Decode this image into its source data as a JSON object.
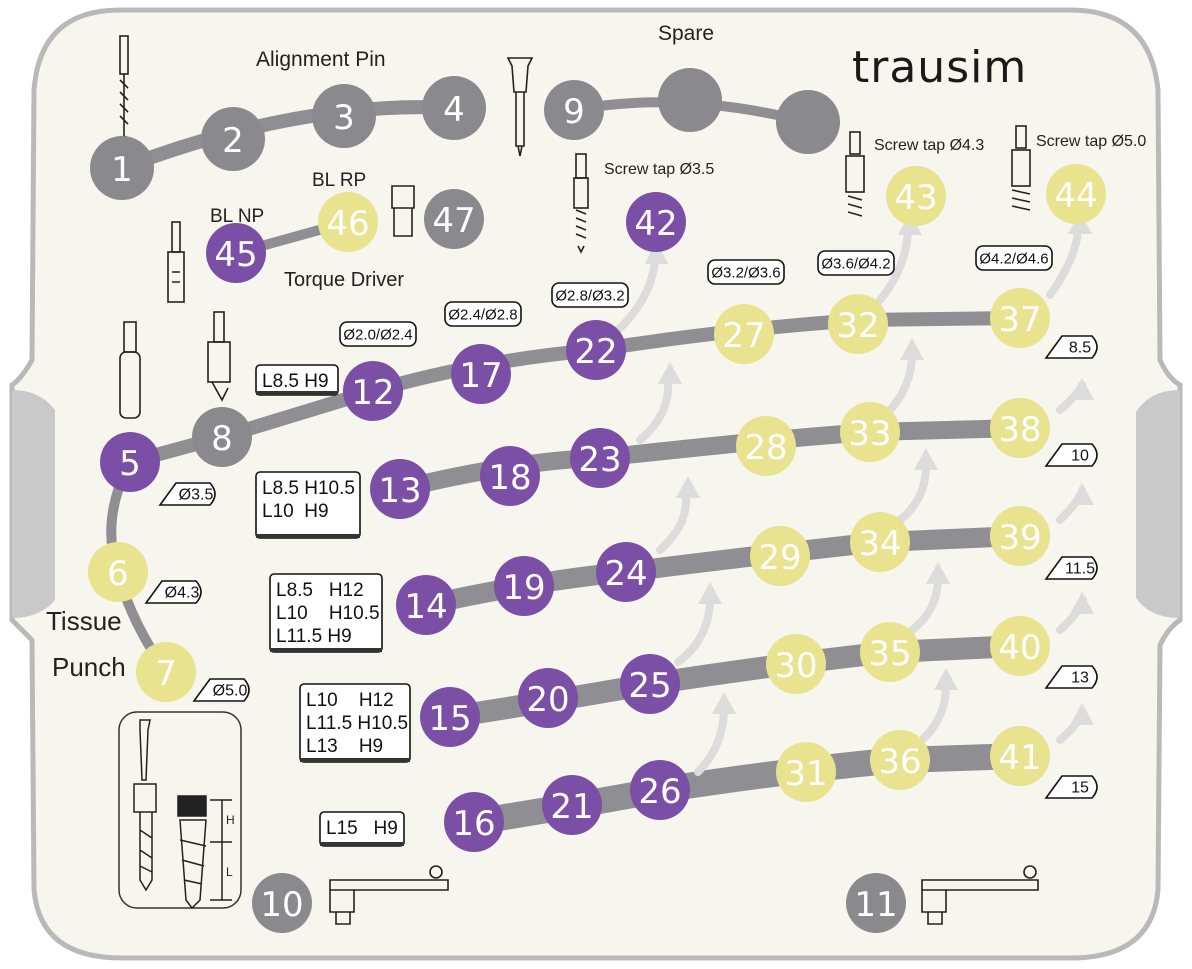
{
  "brand": {
    "logo_text": "trausim",
    "accent": "#e2232a"
  },
  "colors": {
    "tray": "#f6f5ee",
    "tray_border": "#b9b9b9",
    "handle": "#c9c9c9",
    "gray": "#8a8a8e",
    "purple": "#7b4fa6",
    "yellow": "#e9e28f",
    "track": "#8f8f93",
    "arrow": "#dcdcdc"
  },
  "labels": {
    "alignment_pin": "Alignment Pin",
    "spare": "Spare",
    "bl_np": "BL NP",
    "bl_rp": "BL RP",
    "torque_driver": "Torque Driver",
    "tissue": "Tissue",
    "punch": "Punch",
    "screw_tap_35": "Screw tap Ø3.5",
    "screw_tap_43": "Screw tap Ø4.3",
    "screw_tap_50": "Screw tap Ø5.0",
    "diagram_h": "H",
    "diagram_l": "L"
  },
  "circles": [
    {
      "n": "1",
      "c": "gray"
    },
    {
      "n": "2",
      "c": "gray"
    },
    {
      "n": "3",
      "c": "gray"
    },
    {
      "n": "4",
      "c": "gray"
    },
    {
      "n": "9",
      "c": "gray"
    },
    {
      "n": "",
      "c": "gray"
    },
    {
      "n": "",
      "c": "gray"
    },
    {
      "n": "45",
      "c": "purple"
    },
    {
      "n": "46",
      "c": "yellow"
    },
    {
      "n": "47",
      "c": "gray"
    },
    {
      "n": "42",
      "c": "purple"
    },
    {
      "n": "43",
      "c": "yellow"
    },
    {
      "n": "44",
      "c": "yellow"
    },
    {
      "n": "5",
      "c": "purple"
    },
    {
      "n": "6",
      "c": "yellow"
    },
    {
      "n": "7",
      "c": "yellow"
    },
    {
      "n": "8",
      "c": "gray"
    },
    {
      "n": "12",
      "c": "purple"
    },
    {
      "n": "17",
      "c": "purple"
    },
    {
      "n": "22",
      "c": "purple"
    },
    {
      "n": "27",
      "c": "yellow"
    },
    {
      "n": "32",
      "c": "yellow"
    },
    {
      "n": "37",
      "c": "yellow"
    },
    {
      "n": "13",
      "c": "purple"
    },
    {
      "n": "18",
      "c": "purple"
    },
    {
      "n": "23",
      "c": "purple"
    },
    {
      "n": "28",
      "c": "yellow"
    },
    {
      "n": "33",
      "c": "yellow"
    },
    {
      "n": "38",
      "c": "yellow"
    },
    {
      "n": "14",
      "c": "purple"
    },
    {
      "n": "19",
      "c": "purple"
    },
    {
      "n": "24",
      "c": "purple"
    },
    {
      "n": "29",
      "c": "yellow"
    },
    {
      "n": "34",
      "c": "yellow"
    },
    {
      "n": "39",
      "c": "yellow"
    },
    {
      "n": "15",
      "c": "purple"
    },
    {
      "n": "20",
      "c": "purple"
    },
    {
      "n": "25",
      "c": "purple"
    },
    {
      "n": "30",
      "c": "yellow"
    },
    {
      "n": "35",
      "c": "yellow"
    },
    {
      "n": "40",
      "c": "yellow"
    },
    {
      "n": "16",
      "c": "purple"
    },
    {
      "n": "21",
      "c": "purple"
    },
    {
      "n": "26",
      "c": "purple"
    },
    {
      "n": "31",
      "c": "yellow"
    },
    {
      "n": "36",
      "c": "yellow"
    },
    {
      "n": "41",
      "c": "yellow"
    },
    {
      "n": "10",
      "c": "gray"
    },
    {
      "n": "11",
      "c": "gray"
    }
  ],
  "diameter_tags": {
    "d20_24": "Ø2.0/Ø2.4",
    "d24_28": "Ø2.4/Ø2.8",
    "d28_32": "Ø2.8/Ø3.2",
    "d32_36": "Ø3.2/Ø3.6",
    "d36_42": "Ø3.6/Ø4.2",
    "d42_46": "Ø4.2/Ø4.6"
  },
  "punch_tags": {
    "p35": "Ø3.5",
    "p43": "Ø4.3",
    "p50": "Ø5.0"
  },
  "length_tags": [
    "8.5",
    "10",
    "11.5",
    "13",
    "15"
  ],
  "length_boxes": {
    "b1": [
      "L8.5 H9"
    ],
    "b2": [
      "L8.5 H10.5",
      "L10  H9"
    ],
    "b3": [
      "L8.5   H12",
      "L10    H10.5",
      "L11.5 H9"
    ],
    "b4": [
      "L10    H12",
      "L11.5 H10.5",
      "L13    H9"
    ],
    "b5": [
      "L15   H9"
    ]
  }
}
